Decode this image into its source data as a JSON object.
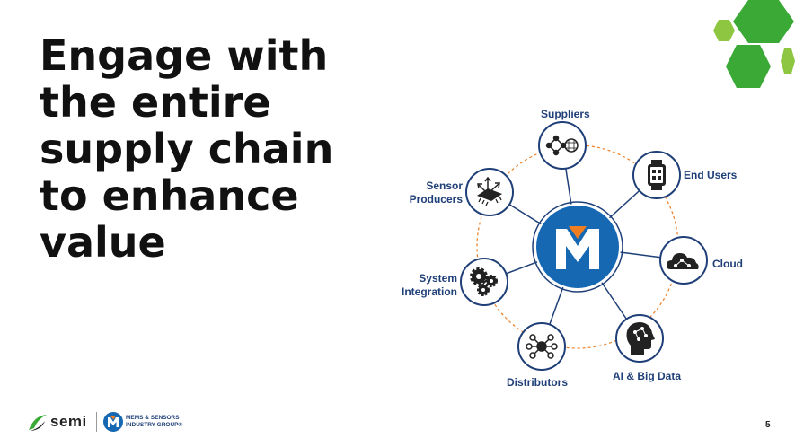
{
  "slide": {
    "title": "Engage with the entire supply chain to enhance value",
    "page_number": "5"
  },
  "diagram": {
    "center_logo": "M",
    "nodes": [
      {
        "id": "suppliers",
        "label": "Suppliers",
        "icon": "network-nodes-icon"
      },
      {
        "id": "end-users",
        "label": "End Users",
        "icon": "smartwatch-icon"
      },
      {
        "id": "cloud",
        "label": "Cloud",
        "icon": "cloud-network-icon"
      },
      {
        "id": "ai-big-data",
        "label": "AI & Big Data",
        "icon": "brain-head-icon"
      },
      {
        "id": "distributors",
        "label": "Distributors",
        "icon": "hub-distribution-icon"
      },
      {
        "id": "system-integration",
        "label": "System Integration",
        "label_lines": [
          "System",
          "Integration"
        ],
        "icon": "gears-icon"
      },
      {
        "id": "sensor-producers",
        "label": "Sensor Producers",
        "label_lines": [
          "Sensor",
          "Producers"
        ],
        "icon": "sensor-chip-icon"
      }
    ]
  },
  "footer": {
    "semi_logo": "semi",
    "msig_logo_line1": "MEMS & SENSORS",
    "msig_logo_line2": "INDUSTRY GROUP®"
  },
  "colors": {
    "navy": "#1f3f78",
    "blue": "#1768b3",
    "orange": "#ef7e22",
    "green_light": "#8ec641",
    "green_dark": "#3aa935"
  }
}
